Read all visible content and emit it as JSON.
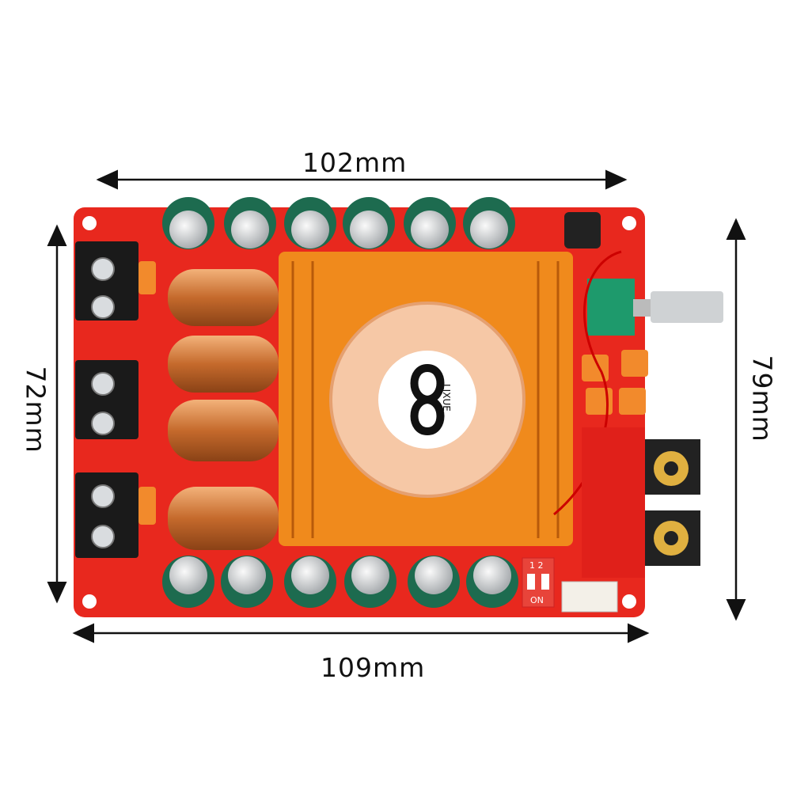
{
  "dimensions": {
    "top_width": "102mm",
    "bottom_width": "109mm",
    "left_height": "72mm",
    "right_height": "79mm"
  },
  "board": {
    "fan_logo_text": "LIXUE",
    "dip_switch_label": "ON",
    "dip_switch_numbers": "1 2",
    "pcb_color": "#e8281e",
    "heatsink_color": "#f08a1c"
  }
}
